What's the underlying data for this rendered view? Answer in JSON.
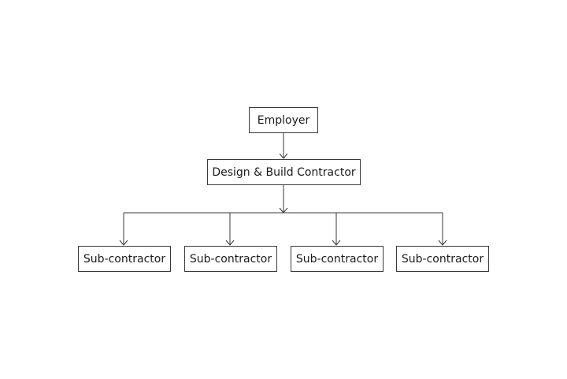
{
  "diagram": {
    "root": {
      "label": "Employer"
    },
    "contractor": {
      "label": "Design & Build Contractor"
    },
    "subcontractors": [
      {
        "label": "Sub-contractor"
      },
      {
        "label": "Sub-contractor"
      },
      {
        "label": "Sub-contractor"
      },
      {
        "label": "Sub-contractor"
      }
    ],
    "line_color": "#3a3a3a"
  }
}
